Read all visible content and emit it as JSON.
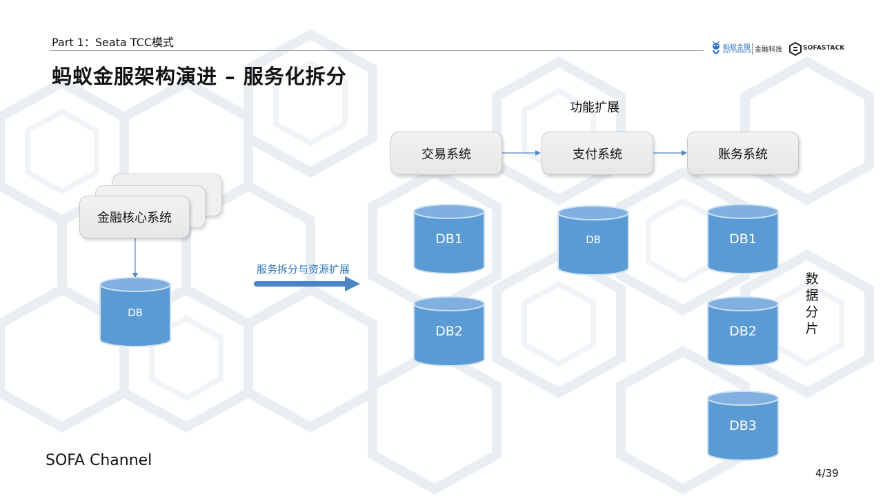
{
  "header": {
    "part": "Part 1：Seata TCC模式",
    "title": "蚂蚁金服架构演进 – 服务化拆分"
  },
  "logos": {
    "ant_cn": "蚂蚁金服",
    "ant_en": "ANT FINANCIAL",
    "fintech": "金融科技",
    "sofastack": "SOFASTACK"
  },
  "left": {
    "core_system": "金融核心系统",
    "db": "DB"
  },
  "middle_arrow": "服务拆分与资源扩展",
  "functional_label": "功能扩展",
  "services": {
    "trade": "交易系统",
    "payment": "支付系统",
    "accounting": "账务系统"
  },
  "trade_dbs": [
    "DB1",
    "DB2"
  ],
  "payment_db": "DB",
  "accounting_dbs": [
    "DB1",
    "DB2",
    "DB3"
  ],
  "sharding_label": [
    "数",
    "据",
    "分",
    "片"
  ],
  "footer": {
    "channel": "SOFA Channel",
    "page": "4/39"
  },
  "colors": {
    "db_fill": "#5b9bd5",
    "db_top": "#7fb0e0",
    "arrow": "#4a86c5",
    "accent_text": "#2e75b6"
  }
}
